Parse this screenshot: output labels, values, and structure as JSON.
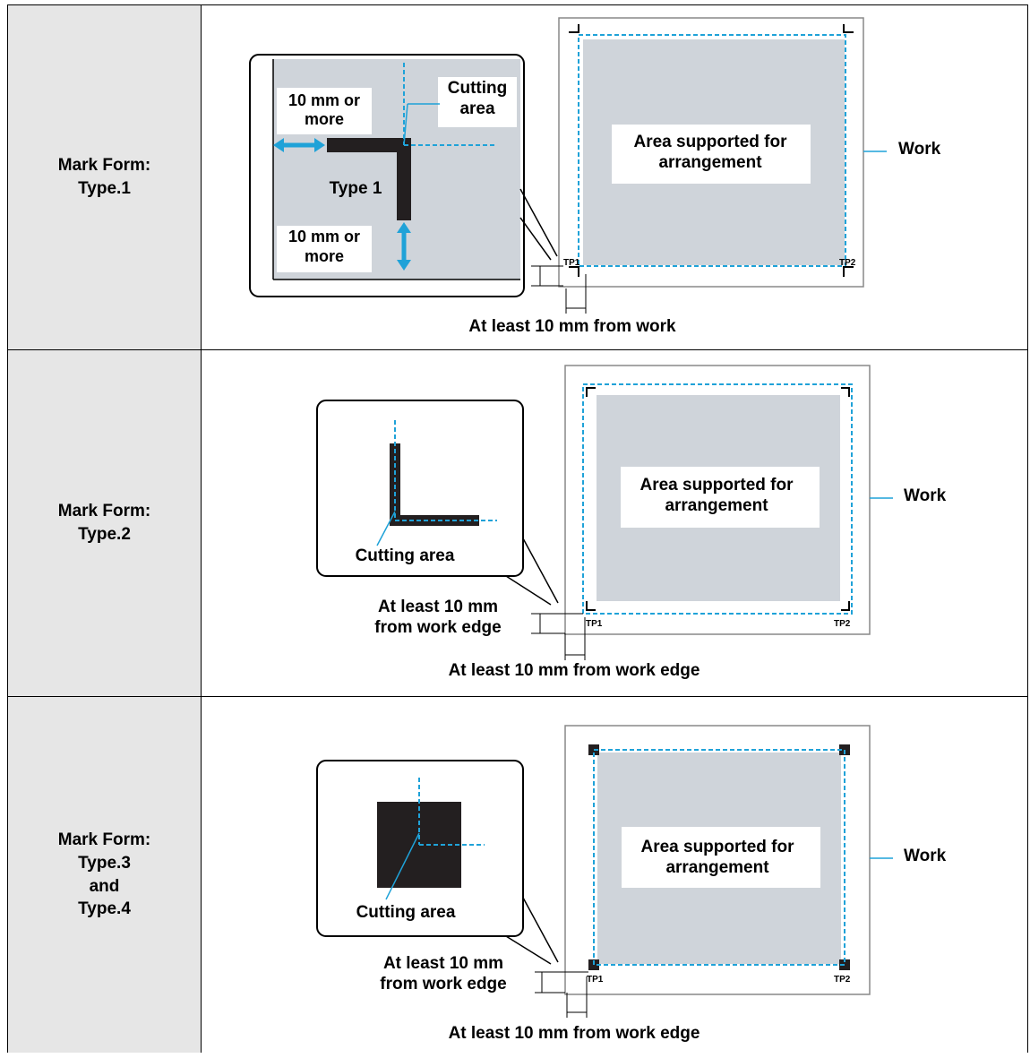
{
  "rows": [
    {
      "label_line1": "Mark Form:",
      "label_line2": "Type.1",
      "inset_top_label_l1": "10 mm or",
      "inset_top_label_l2": "more",
      "inset_bottom_label_l1": "10 mm or",
      "inset_bottom_label_l2": "more",
      "inset_cut_l1": "Cutting",
      "inset_cut_l2": "area",
      "inset_type": "Type 1",
      "area_l1": "Area supported for",
      "area_l2": "arrangement",
      "work": "Work",
      "tp1": "TP1",
      "tp2": "TP2",
      "bottom_note": "At least 10 mm from work"
    },
    {
      "label_line1": "Mark Form:",
      "label_line2": "Type.2",
      "inset_cut": "Cutting area",
      "area_l1": "Area supported for",
      "area_l2": "arrangement",
      "work": "Work",
      "tp1": "TP1",
      "tp2": "TP2",
      "side_note_l1": "At least 10 mm",
      "side_note_l2": "from work edge",
      "bottom_note": "At least 10 mm from work edge"
    },
    {
      "label_line1": "Mark Form:",
      "label_line2": "Type.3",
      "label_line3": "and",
      "label_line4": "Type.4",
      "inset_cut": "Cutting area",
      "area_l1": "Area supported for",
      "area_l2": "arrangement",
      "work": "Work",
      "tp1": "TP1",
      "tp2": "TP2",
      "side_note_l1": "At least 10 mm",
      "side_note_l2": "from work edge",
      "bottom_note": "At least 10 mm from work edge"
    }
  ],
  "colors": {
    "grey_area": "#cfd4da",
    "cyan": "#1fa2d8",
    "label_bg": "#e6e6e6"
  }
}
